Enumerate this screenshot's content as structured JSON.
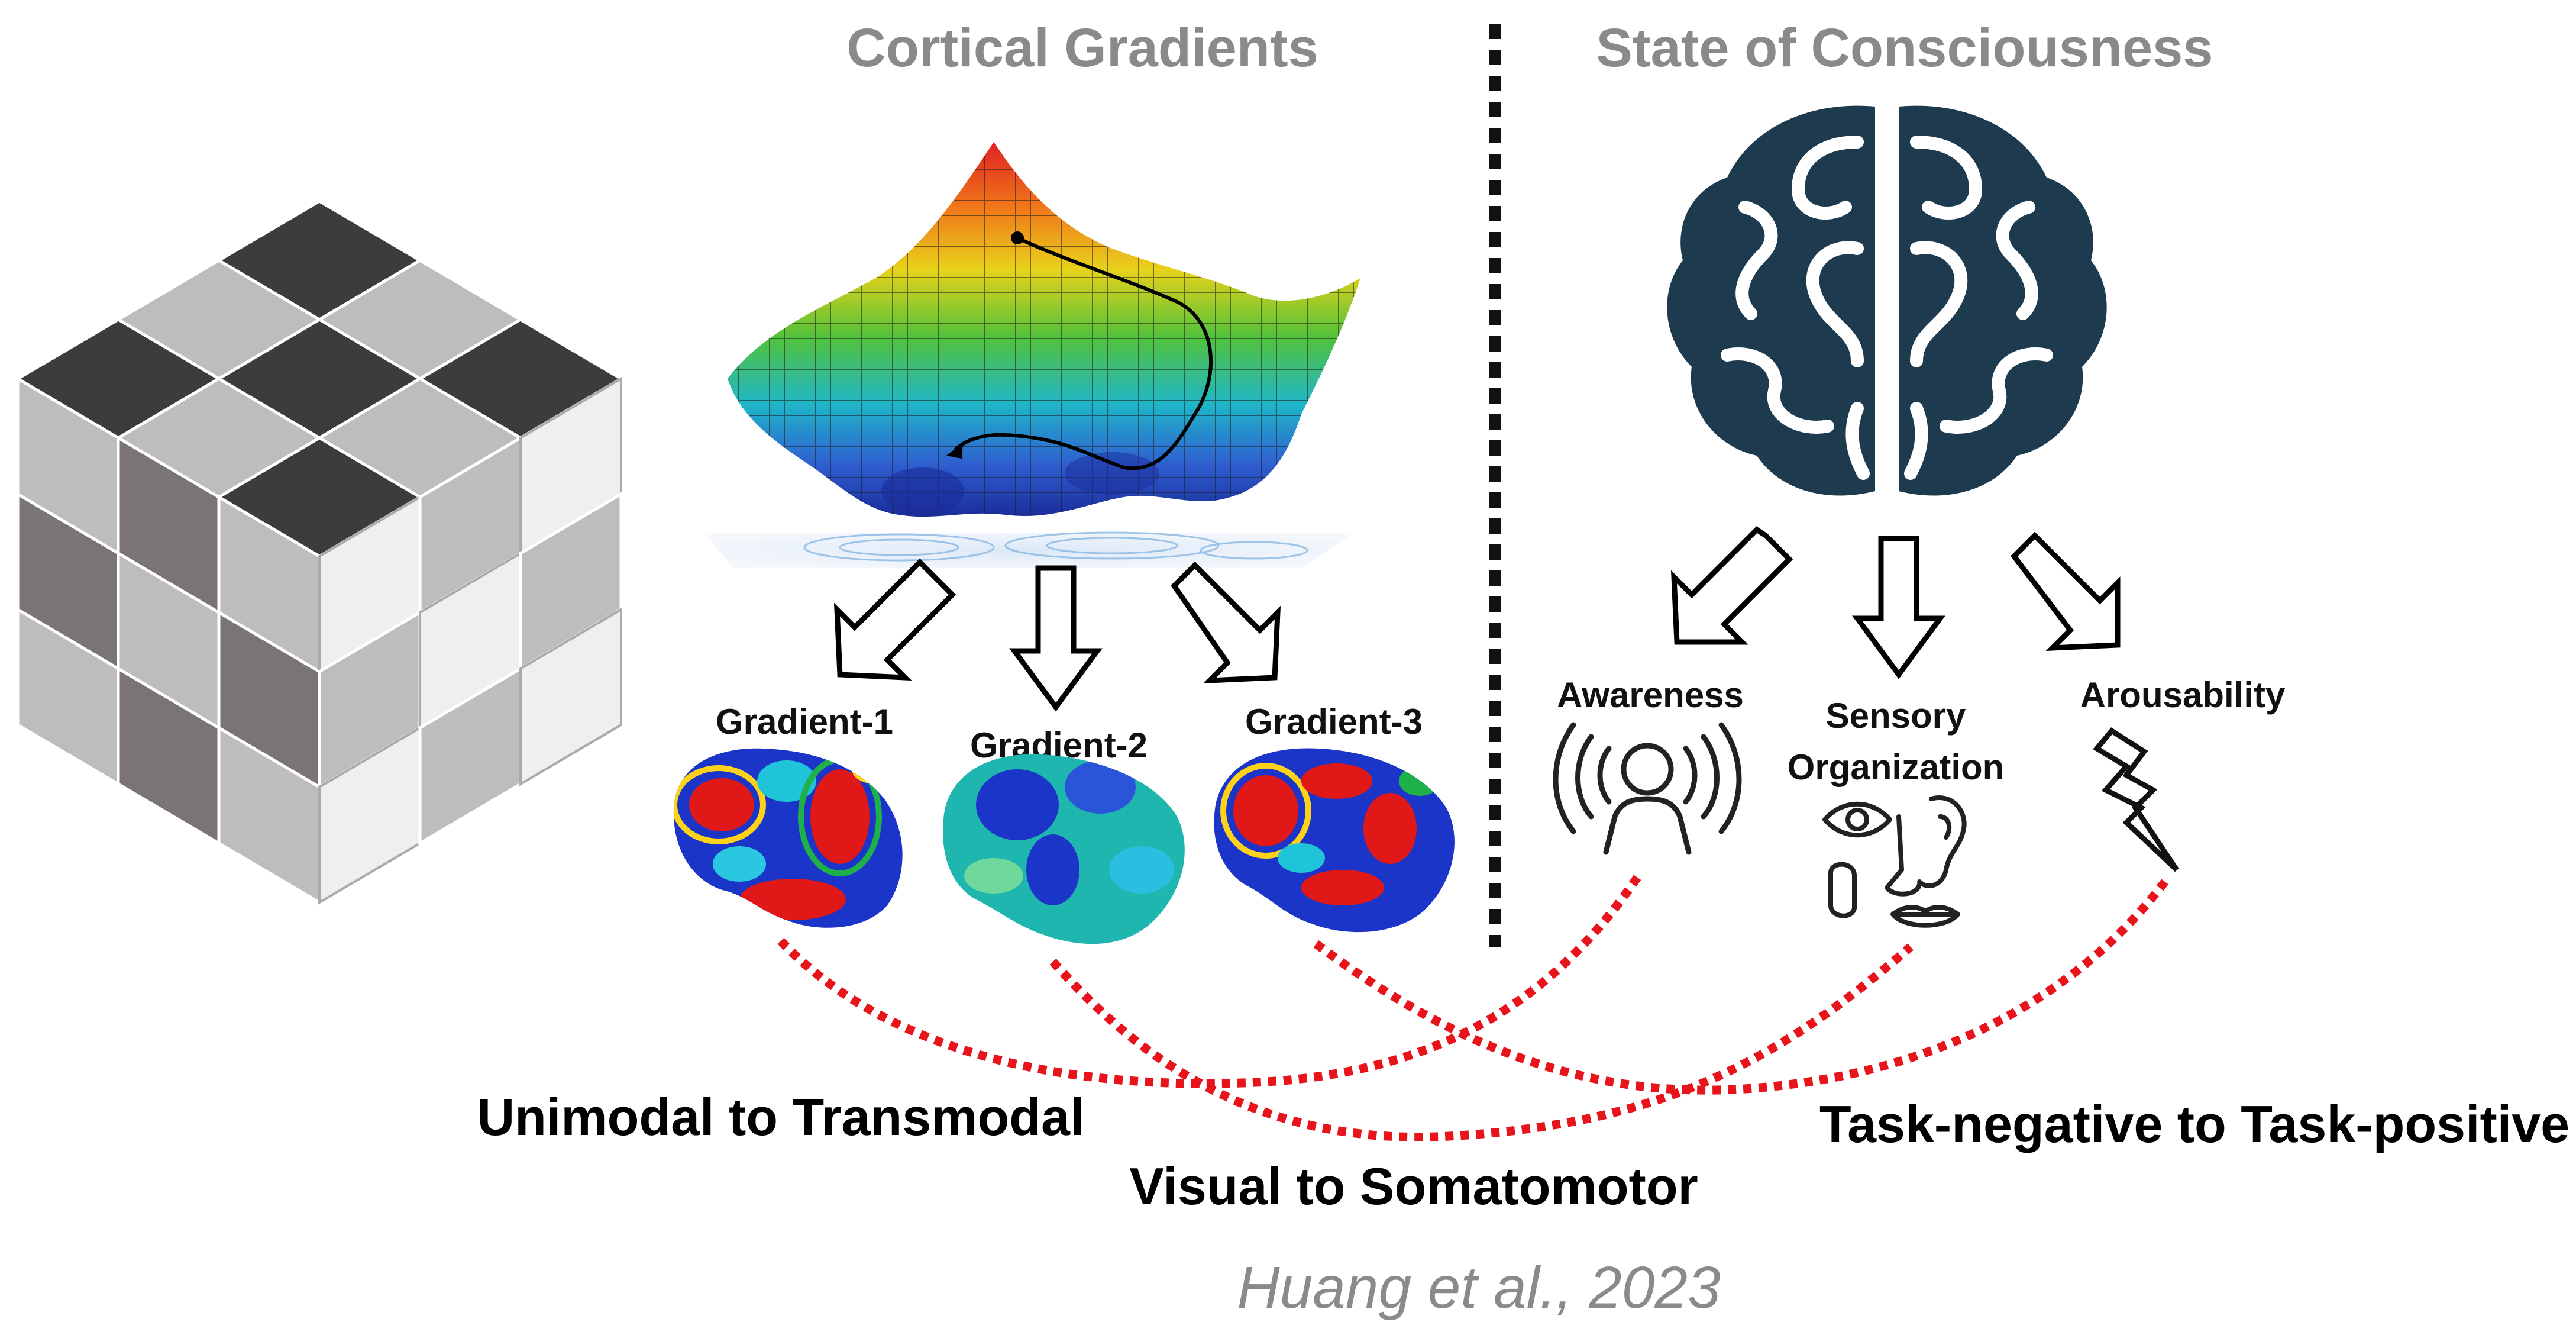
{
  "header": {
    "left_title": "Cortical Gradients",
    "right_title": "State of Consciousness"
  },
  "gradients": [
    "Gradient-1",
    "Gradient-2",
    "Gradient-3"
  ],
  "consciousness": {
    "awareness": "Awareness",
    "sensory_line1": "Sensory",
    "sensory_line2": "Organization",
    "arousability": "Arousability"
  },
  "axes": {
    "gradient1": "Unimodal to Transmodal",
    "gradient2": "Visual to Somatomotor",
    "gradient3": "Task-negative to Task-positive"
  },
  "citation": "Huang et al., 2023",
  "colors": {
    "heading_gray": "#8a8a8a",
    "connector_red": "#e8141c",
    "brain_navy": "#1e3a4f",
    "cube_dark": "#3c3c3c",
    "cube_mid": "#7a7474",
    "cube_light": "#bdbdbd",
    "cube_pale": "#efefef"
  },
  "icons": [
    "cube-icon",
    "energy-landscape-icon",
    "brain-icon",
    "arrow-down-icon",
    "person-broadcast-icon",
    "senses-icon",
    "lightning-icon",
    "cortex-map-icon"
  ]
}
